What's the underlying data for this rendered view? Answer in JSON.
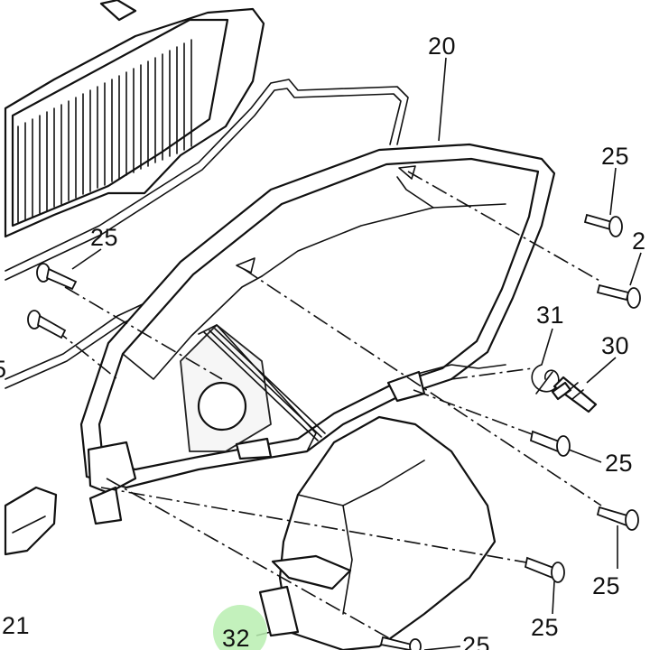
{
  "callouts": {
    "c20": "20",
    "c25_top_right": "25",
    "c2_right_edge": "2",
    "c31": "31",
    "c30": "30",
    "c25_left": "25",
    "c25_mid_right": "25",
    "c25_lower_right": "25",
    "c25_bottom_right": "25",
    "c25_bottom": "25",
    "c21": "21",
    "c32": "32",
    "c5_left_edge": "5"
  },
  "colors": {
    "line": "#111111",
    "background": "#ffffff",
    "highlight": "#b8efb0"
  }
}
